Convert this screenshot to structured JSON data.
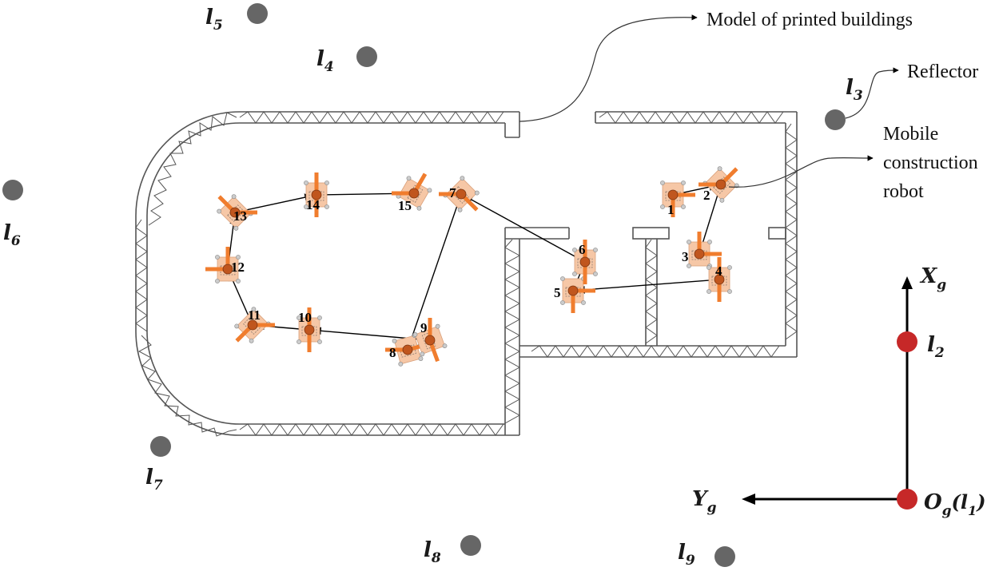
{
  "annotations": {
    "model": "Model of printed buildings",
    "reflector": "Reflector",
    "robot_line1": "Mobile",
    "robot_line2": "construction",
    "robot_line3": "robot"
  },
  "axes": {
    "x_main": "X",
    "x_sub": "g",
    "y_main": "Y",
    "y_sub": "g",
    "origin_main": "O",
    "origin_sub": "g",
    "origin_paren": "(l",
    "origin_paren_sub": "1",
    "origin_close": ")"
  },
  "colors": {
    "landmark": "#666666",
    "reference": "#c62828",
    "robot_arm": "#f07d2e",
    "robot_body": "#f6c7a6",
    "robot_dot": "#c0561e",
    "path": "#000000"
  },
  "landmarks": [
    {
      "id": "l5",
      "main": "l",
      "sub": "5"
    },
    {
      "id": "l4",
      "main": "l",
      "sub": "4"
    },
    {
      "id": "l3",
      "main": "l",
      "sub": "3"
    },
    {
      "id": "l6",
      "main": "l",
      "sub": "6"
    },
    {
      "id": "l7",
      "main": "l",
      "sub": "7"
    },
    {
      "id": "l8",
      "main": "l",
      "sub": "8"
    },
    {
      "id": "l9",
      "main": "l",
      "sub": "9"
    },
    {
      "id": "l2",
      "main": "l",
      "sub": "2"
    }
  ],
  "robots": [
    {
      "label": "1"
    },
    {
      "label": "2"
    },
    {
      "label": "3"
    },
    {
      "label": "4"
    },
    {
      "label": "5"
    },
    {
      "label": "6"
    },
    {
      "label": "7"
    },
    {
      "label": "8"
    },
    {
      "label": "9"
    },
    {
      "label": "10"
    },
    {
      "label": "11"
    },
    {
      "label": "12"
    },
    {
      "label": "13"
    },
    {
      "label": "14"
    },
    {
      "label": "15"
    }
  ],
  "path_order": [
    "1",
    "2",
    "3",
    "4",
    "5",
    "6",
    "7",
    "8",
    "9",
    "10",
    "11",
    "12",
    "13",
    "14",
    "15"
  ]
}
